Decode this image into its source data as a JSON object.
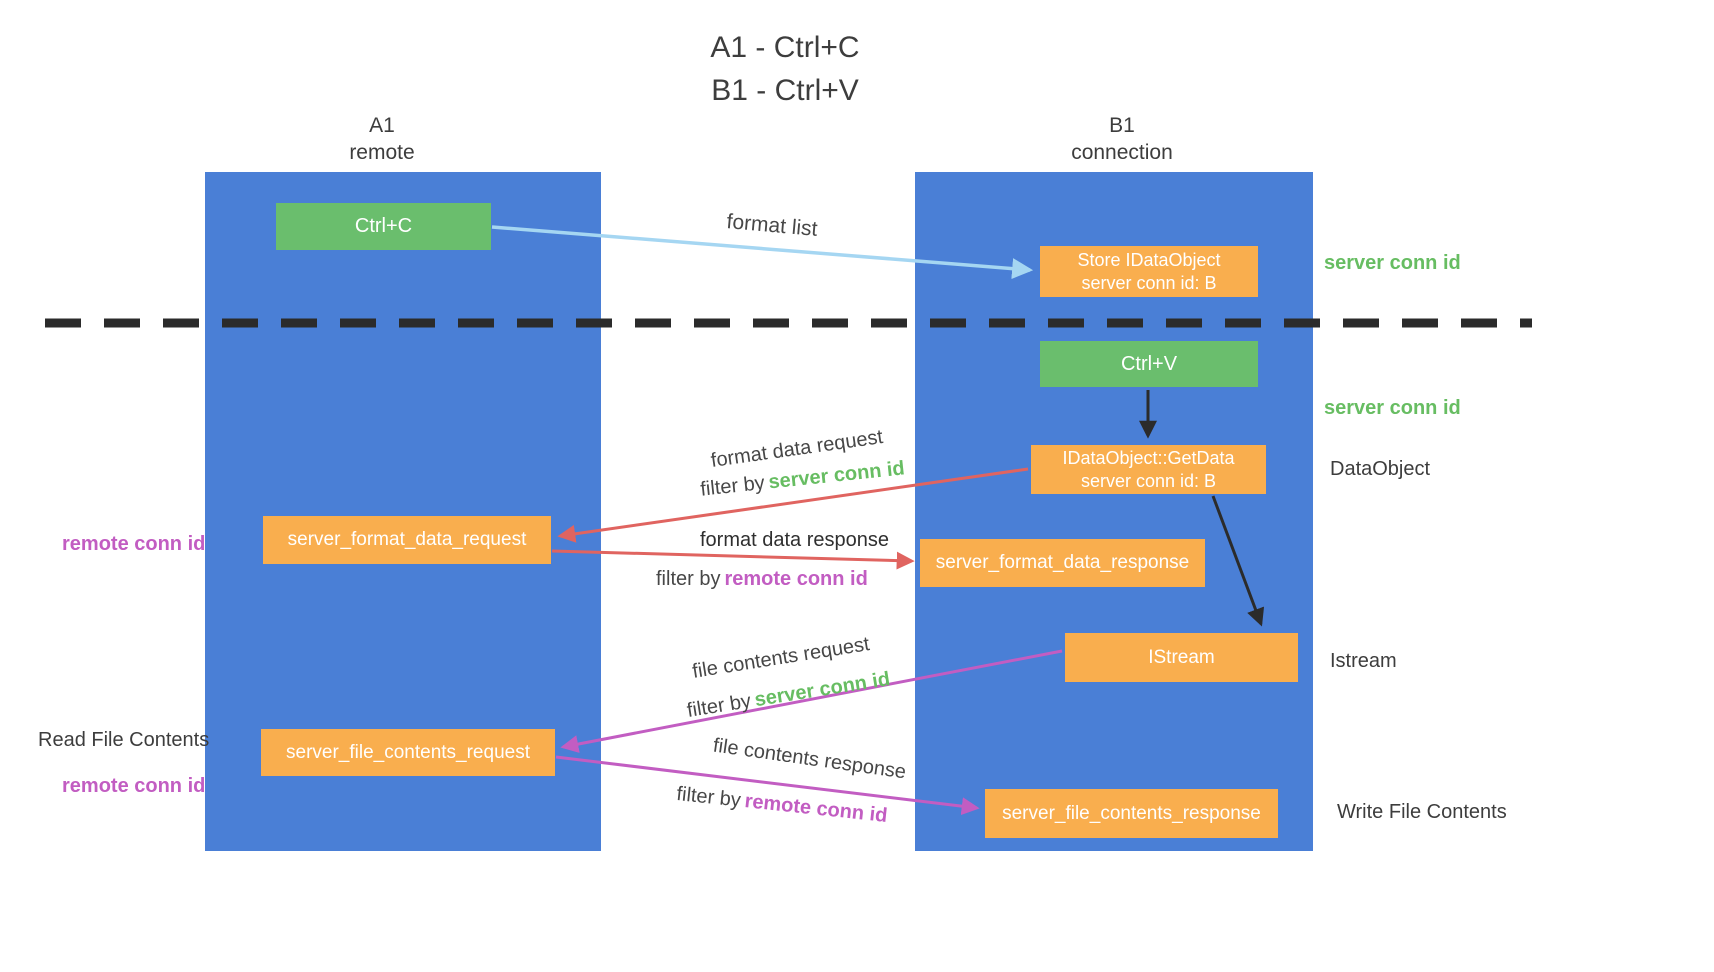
{
  "title": {
    "line1": "A1 - Ctrl+C",
    "line2": "B1 - Ctrl+V"
  },
  "lanes": {
    "a1": {
      "name": "A1",
      "subtitle": "remote"
    },
    "b1": {
      "name": "B1",
      "subtitle": "connection"
    }
  },
  "nodes": {
    "ctrl_c": {
      "label": "Ctrl+C"
    },
    "store_idataobject": {
      "line1": "Store IDataObject",
      "line2": "server conn id: B"
    },
    "ctrl_v": {
      "label": "Ctrl+V"
    },
    "getdata": {
      "line1": "IDataObject::GetData",
      "line2": "server conn id: B"
    },
    "server_format_data_request": {
      "label": "server_format_data_request"
    },
    "server_format_data_response": {
      "label": "server_format_data_response"
    },
    "istream": {
      "label": "IStream"
    },
    "server_file_contents_request": {
      "label": "server_file_contents_request"
    },
    "server_file_contents_response": {
      "label": "server_file_contents_response"
    }
  },
  "side_labels": {
    "server_conn_id_top": "server conn id",
    "server_conn_id_mid": "server conn id",
    "dataobject": "DataObject",
    "istream": "Istream",
    "write_file_contents": "Write File Contents",
    "read_file_contents": "Read File Contents",
    "remote_conn_id_top": "remote conn id",
    "remote_conn_id_bottom": "remote conn id"
  },
  "edge_labels": {
    "format_list": "format list",
    "format_data_request": "format data request",
    "format_data_response": "format data response",
    "file_contents_request": "file contents request",
    "file_contents_response": "file contents response",
    "filter_by": "filter by",
    "server_conn_id": "server conn id",
    "remote_conn_id": "remote conn id"
  },
  "colors": {
    "lane_blue": "#4a7fd6",
    "node_green": "#6abe6d",
    "node_orange": "#f9ae4e",
    "arrow_blue": "#a5d6f2",
    "arrow_black": "#2b2b2b",
    "arrow_red": "#e06460",
    "arrow_purple": "#c25dc2",
    "text_green": "#67bd62",
    "text_purple": "#c25dc2",
    "dashed_divider": "#2b2b2b"
  }
}
